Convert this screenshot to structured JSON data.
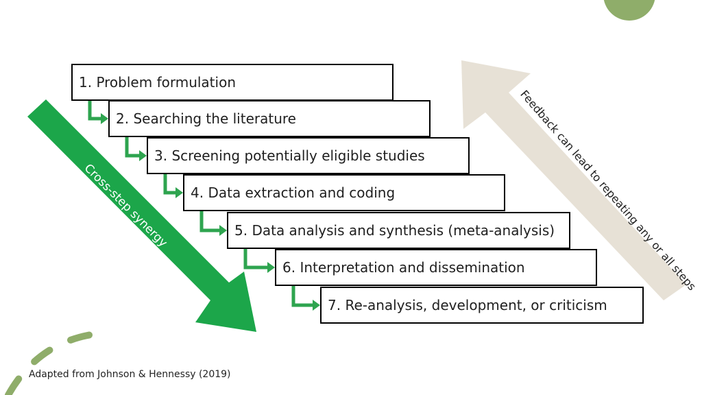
{
  "steps": [
    {
      "label": "1. Problem formulation"
    },
    {
      "label": "2. Searching the literature"
    },
    {
      "label": "3. Screening potentially eligible studies"
    },
    {
      "label": "4. Data extraction and coding"
    },
    {
      "label": "5. Data analysis and synthesis (meta-analysis)"
    },
    {
      "label": "6. Interpretation and dissemination"
    },
    {
      "label": "7. Re-analysis, development, or criticism"
    }
  ],
  "arrows": {
    "synergy": {
      "label": "Cross-step synergy",
      "color": "#1ca64a"
    },
    "feedback": {
      "label": "Feedback can lead to repeating any or all steps",
      "color": "#e7e1d6"
    }
  },
  "connector_color": "#2ea44f",
  "decor_color": "#8fad6a",
  "source_note": "Adapted from Johnson & Hennessy (2019)"
}
